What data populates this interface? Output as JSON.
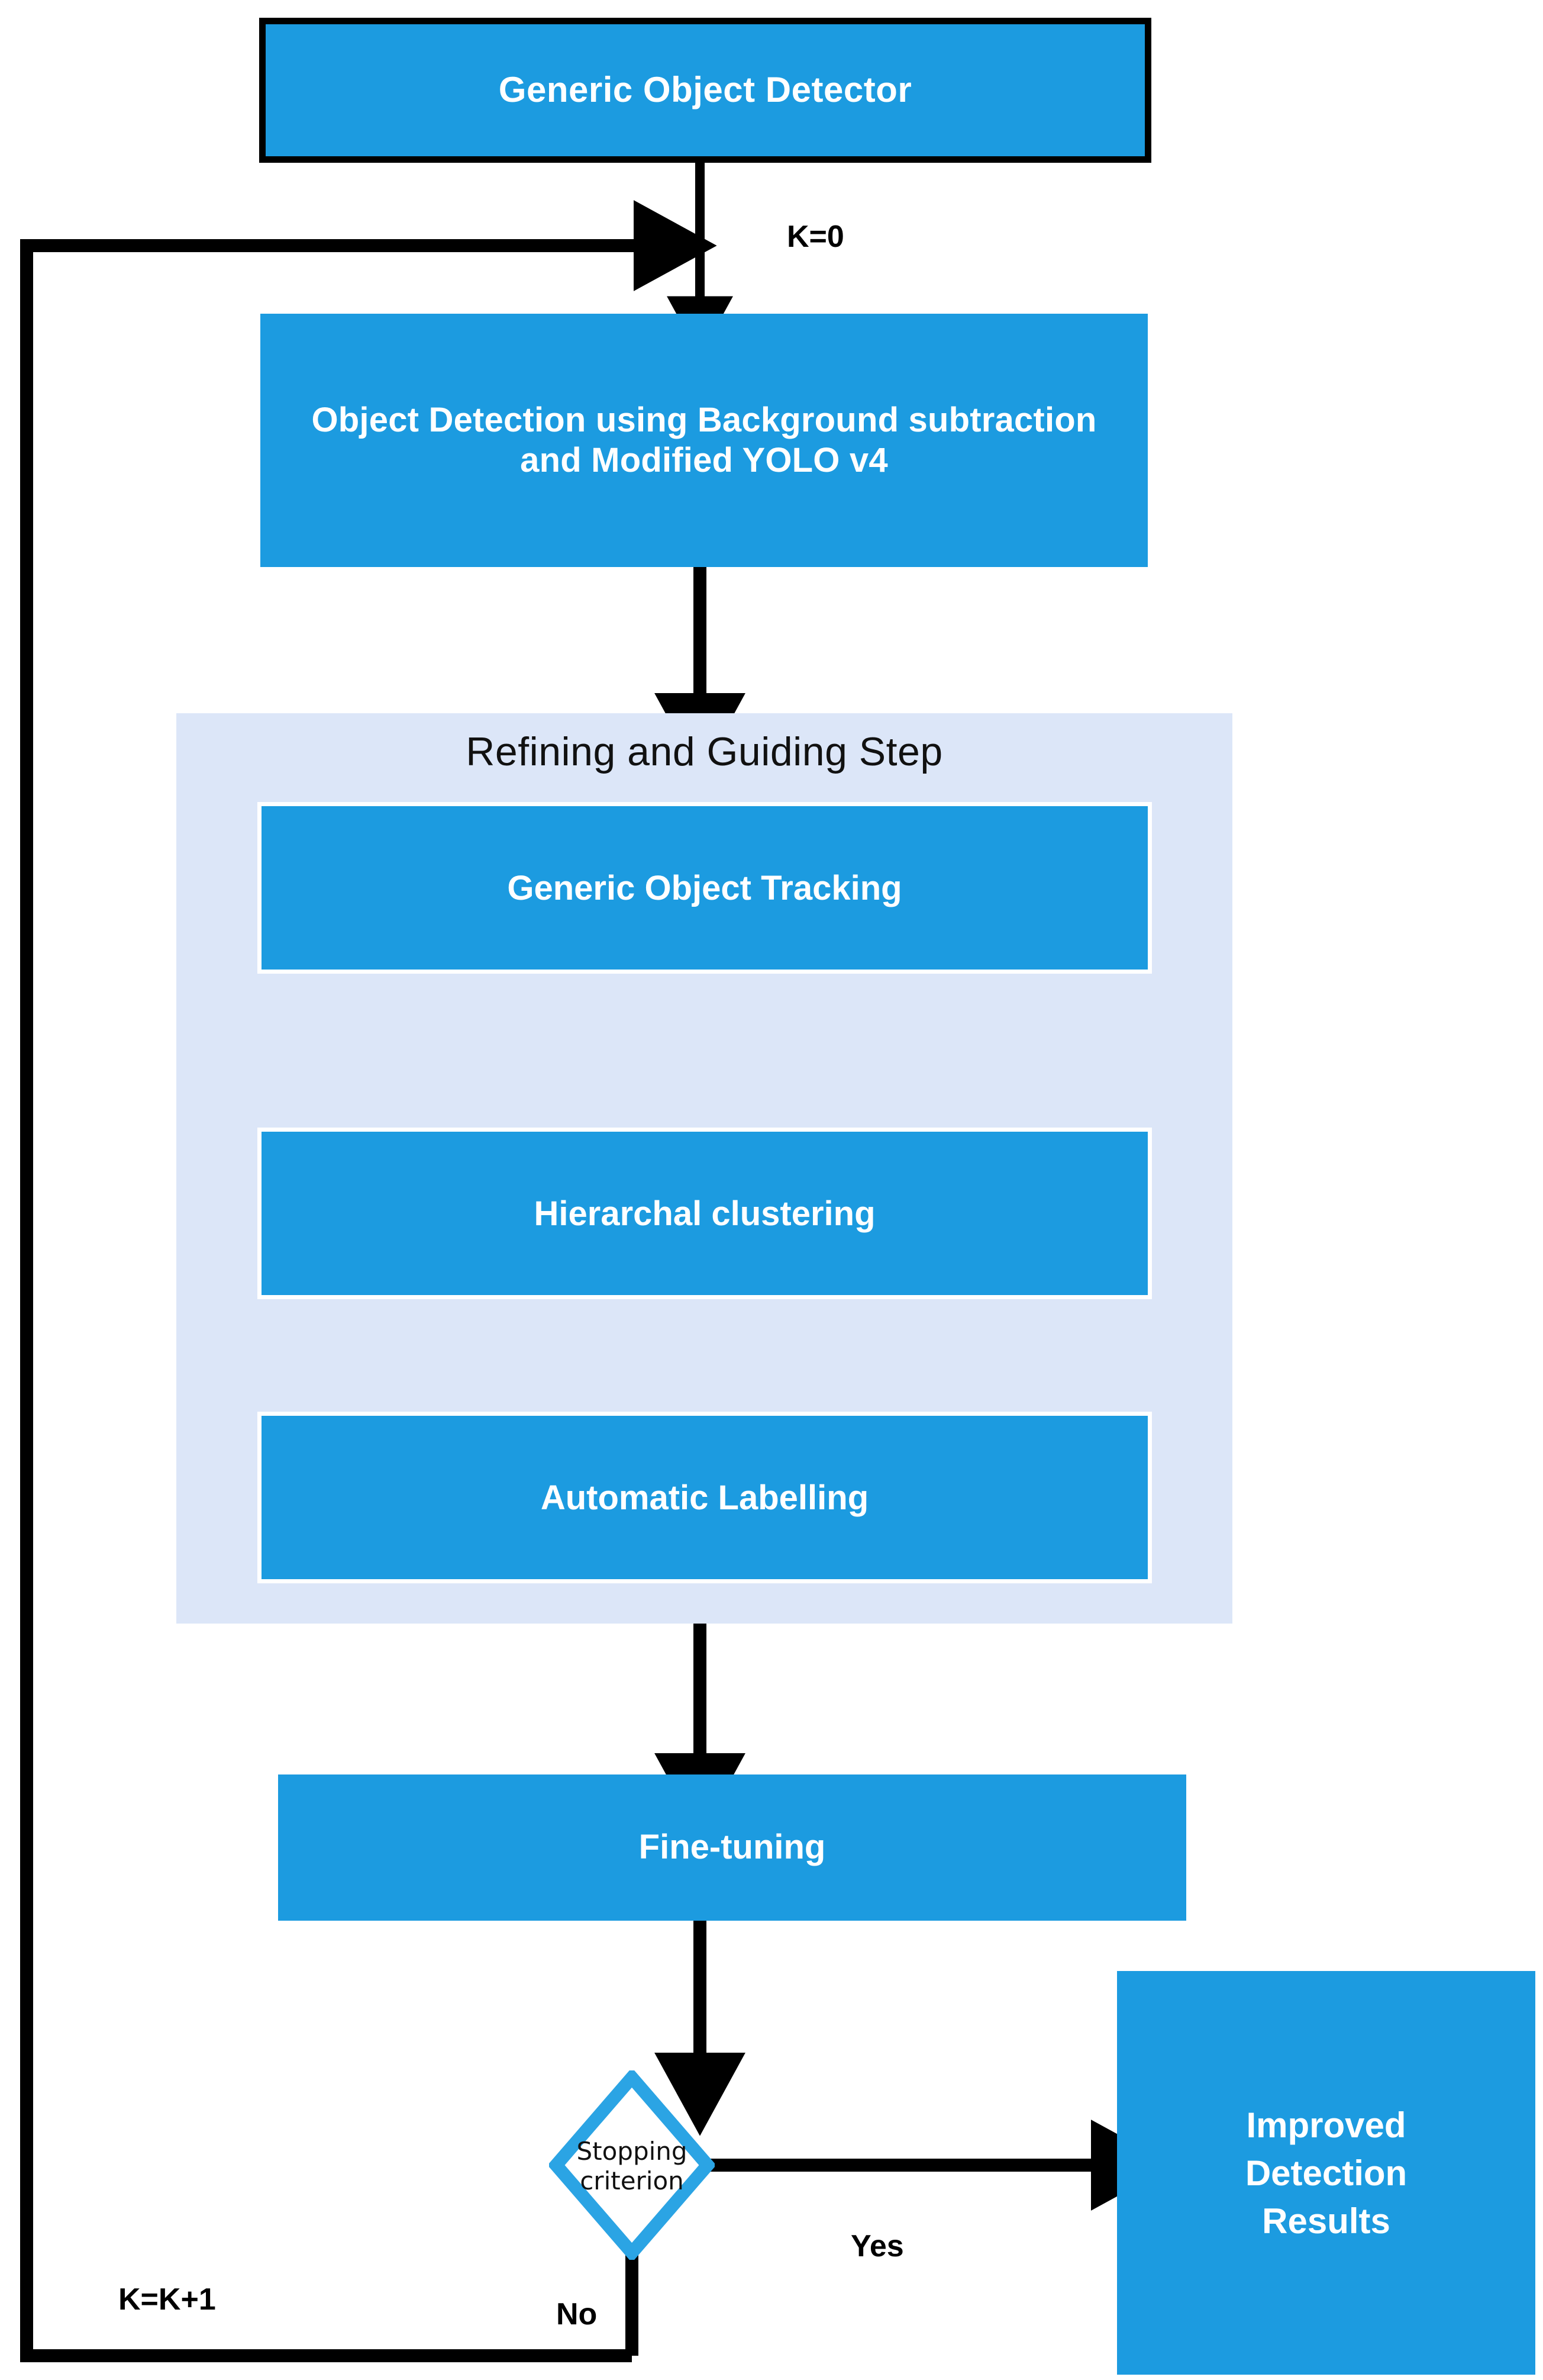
{
  "diagram": {
    "title": "Iterative self-training object detection pipeline",
    "colors": {
      "node_fill": "#1C9BE0",
      "node_text": "#FFFFFF",
      "group_fill": "#DCE6F8",
      "outline": "#000000",
      "diamond_stroke": "#2BA4E4",
      "canvas": "#FFFFFF"
    },
    "nodes": {
      "detector": "Generic Object Detector",
      "detection": "Object Detection using Background subtraction and Modified YOLO v4",
      "group_title": "Refining and Guiding Step",
      "tracking": "Generic Object Tracking",
      "clustering": "Hierarchal clustering",
      "labelling": "Automatic Labelling",
      "finetuning": "Fine-tuning",
      "decision_line1": "Stopping",
      "decision_line2": "criterion",
      "results_line1": "Improved",
      "results_line2": "Detection",
      "results_line3": "Results"
    },
    "edge_labels": {
      "k_init": "K=0",
      "yes": "Yes",
      "no": "No",
      "k_increment": "K=K+1"
    }
  }
}
